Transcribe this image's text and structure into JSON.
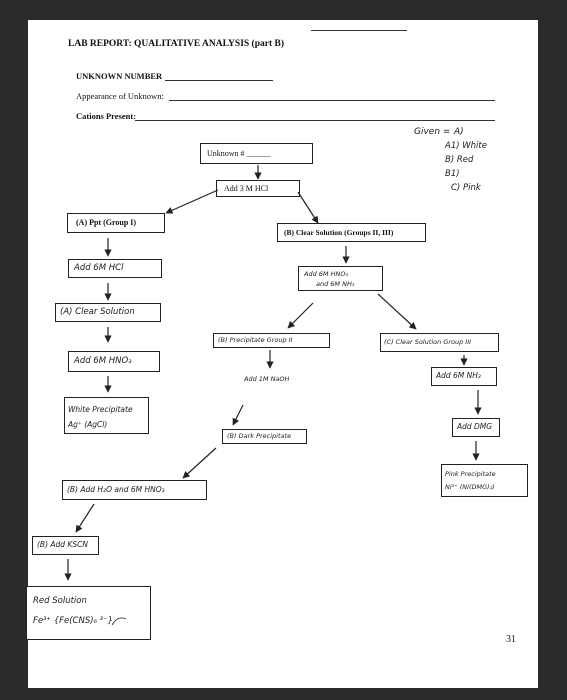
{
  "header": {
    "title": "LAB REPORT:  QUALITATIVE ANALYSIS (part B)",
    "unknown_number_label": "UNKNOWN NUMBER",
    "appearance_label": "Appearance of Unknown:",
    "cations_label": "Cations Present:"
  },
  "given": {
    "heading": "Given =",
    "items": [
      "A)",
      "A1) White",
      "B) Red",
      "B1)",
      "C) Pink"
    ]
  },
  "printed_boxes": {
    "unknown": "Unknown # ______",
    "add_hcl": "Add 3 M HCl",
    "ppt_group1": "(A) Ppt  (Group I)",
    "clear_solution": "(B) Clear Solution (Groups II, III)"
  },
  "handwritten": {
    "a_add_hcl": "Add 6M HCl",
    "a_clear_solution": "(A) Clear Solution",
    "a_add_hno3": "Add 6M HNO₃",
    "a_white_ppt_line1": "White Precipitate",
    "a_white_ppt_line2": "Ag⁺ (AgCl)",
    "b_add_hno3_line1": "Add 6M HNO₃",
    "b_add_hno3_line2": "and 6M NH₃",
    "b_precipitate_group2": "(B) Precipitate Group II",
    "b_add_naoh": "Add 1M NaOH",
    "b_dark_precipitate": "(B) Dark Precipitate",
    "b_add_h2o_hno3": "(B) Add H₂O and 6M HNO₃",
    "b_add_kscn": "(B) Add KSCN",
    "b_red_solution_line1": "Red Solution",
    "b_red_solution_line2": "Fe³⁺ {Fe(CNS)₆ ³⁻}",
    "c_clear_solution": "(C) Clear Solution Group III",
    "c_add_nh3": "Add 6M NH₃",
    "c_add_dmg": "Add DMG",
    "c_pink_ppt_line1": "Pink Precipitate",
    "c_pink_ppt_line2": "Ni²⁺ (Ni(DMG)₂)"
  },
  "page_number": "31"
}
